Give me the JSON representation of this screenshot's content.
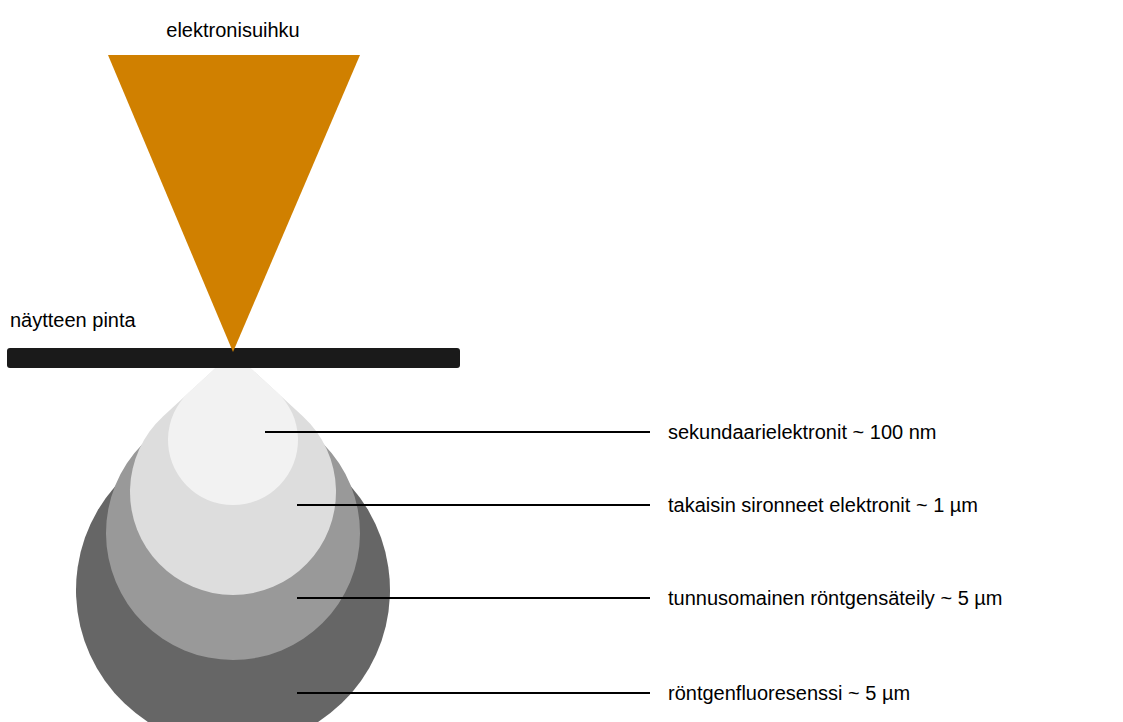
{
  "diagram": {
    "labels": [
      "elektronisuihku",
      "näytteen pinta",
      "sekundaarielektronit ~ 100 nm",
      "takaisin sironneet elektronit ~ 1 µm",
      "tunnusomainen röntgensäteily ~ 5 µm",
      "röntgenfluoresenssi ~ 5 µm"
    ]
  }
}
